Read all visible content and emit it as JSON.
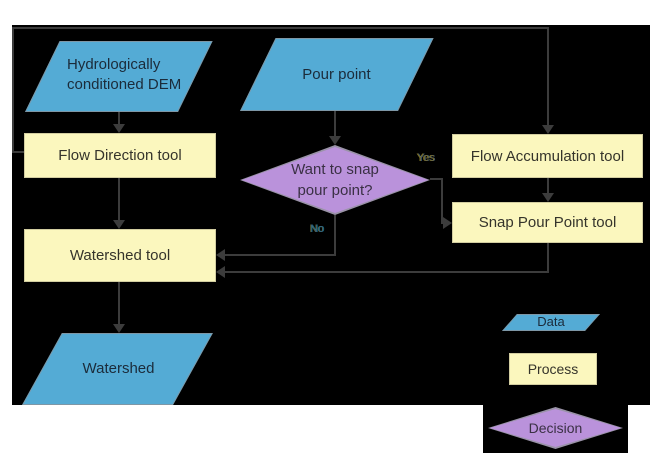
{
  "diagram": {
    "type": "flowchart",
    "nodes": {
      "dem": {
        "label": "Hydrologically conditioned DEM",
        "shape": "parallelogram",
        "kind": "data"
      },
      "pour_point": {
        "label": "Pour point",
        "shape": "parallelogram",
        "kind": "data"
      },
      "flow_direction": {
        "label": "Flow Direction tool",
        "shape": "rectangle",
        "kind": "process"
      },
      "flow_accumulation": {
        "label": "Flow Accumulation tool",
        "shape": "rectangle",
        "kind": "process"
      },
      "snap_pour_point": {
        "label": "Snap Pour Point tool",
        "shape": "rectangle",
        "kind": "process"
      },
      "decision": {
        "label": "Want to snap pour point?",
        "shape": "diamond",
        "kind": "decision"
      },
      "watershed_tool": {
        "label": "Watershed tool",
        "shape": "rectangle",
        "kind": "process"
      },
      "watershed": {
        "label": "Watershed",
        "shape": "parallelogram",
        "kind": "data"
      }
    },
    "edges": [
      {
        "from": "dem",
        "to": "flow_direction"
      },
      {
        "from": "pour_point",
        "to": "decision"
      },
      {
        "from": "flow_direction",
        "to": "flow_accumulation"
      },
      {
        "from": "flow_accumulation",
        "to": "snap_pour_point"
      },
      {
        "from": "decision",
        "to": "snap_pour_point",
        "label": "Yes"
      },
      {
        "from": "decision",
        "to": "watershed_tool",
        "label": "No"
      },
      {
        "from": "snap_pour_point",
        "to": "watershed_tool"
      },
      {
        "from": "flow_direction",
        "to": "watershed_tool"
      },
      {
        "from": "watershed_tool",
        "to": "watershed"
      }
    ],
    "edge_labels": {
      "yes": "Yes",
      "no": "No"
    }
  },
  "legend": {
    "data_label": "Data",
    "process_label": "Process",
    "decision_label": "Decision"
  },
  "colors": {
    "canvas_background": "#000000",
    "page_background": "#ffffff",
    "data_fill": "#54abd5",
    "process_fill": "#fbf7be",
    "decision_fill": "#ba92db",
    "connector": "#3c3c3c"
  }
}
